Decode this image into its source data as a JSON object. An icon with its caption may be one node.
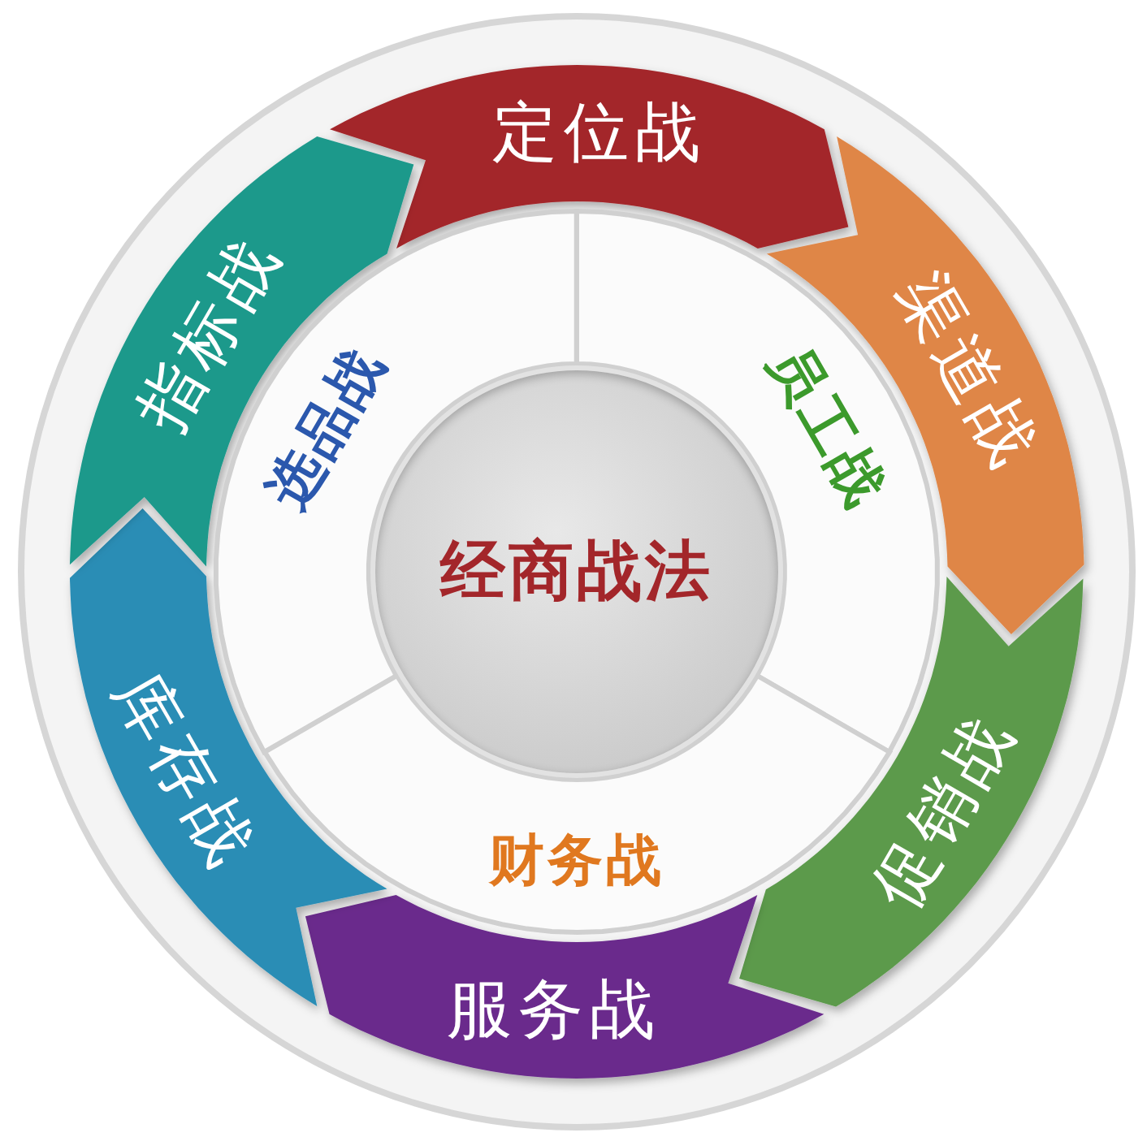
{
  "diagram": {
    "nodes": [
      {
        "text": [
          "定位战"
        ]
      },
      {
        "text": [
          "渠道战"
        ]
      },
      {
        "text": [
          "促销战"
        ]
      },
      {
        "text": [
          "服务战"
        ]
      },
      {
        "text": [
          "库存战"
        ]
      },
      {
        "text": [
          "指标战"
        ]
      },
      {
        "text": [
          "选品战"
        ]
      },
      {
        "text": [
          "员工战"
        ]
      },
      {
        "text": [
          "财务战"
        ]
      },
      {
        "text": [
          "经商战法"
        ]
      }
    ]
  }
}
